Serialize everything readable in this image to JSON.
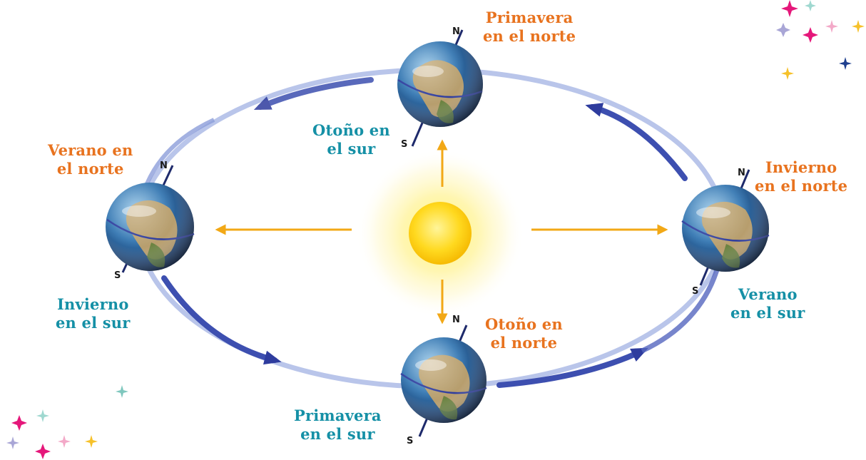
{
  "labels": {
    "top_north": [
      "Primavera",
      "en el norte"
    ],
    "top_south": [
      "Otoño en",
      "el sur"
    ],
    "left_north": [
      "Verano en",
      "el norte"
    ],
    "left_south": [
      "Invierno",
      "en el sur"
    ],
    "right_north": [
      "Invierno",
      "en el norte"
    ],
    "right_south": [
      "Verano",
      "en el sur"
    ],
    "bottom_north": [
      "Otoño en",
      "el norte"
    ],
    "bottom_south": [
      "Primavera",
      "en el sur"
    ]
  },
  "poles": {
    "north": "N",
    "south": "S"
  },
  "colors": {
    "northern_label": "#E8731F",
    "southern_label": "#1590A6",
    "orbit": "#3D4FB0",
    "sun_rays": "#F2A816",
    "sun": "#FFD21F"
  }
}
